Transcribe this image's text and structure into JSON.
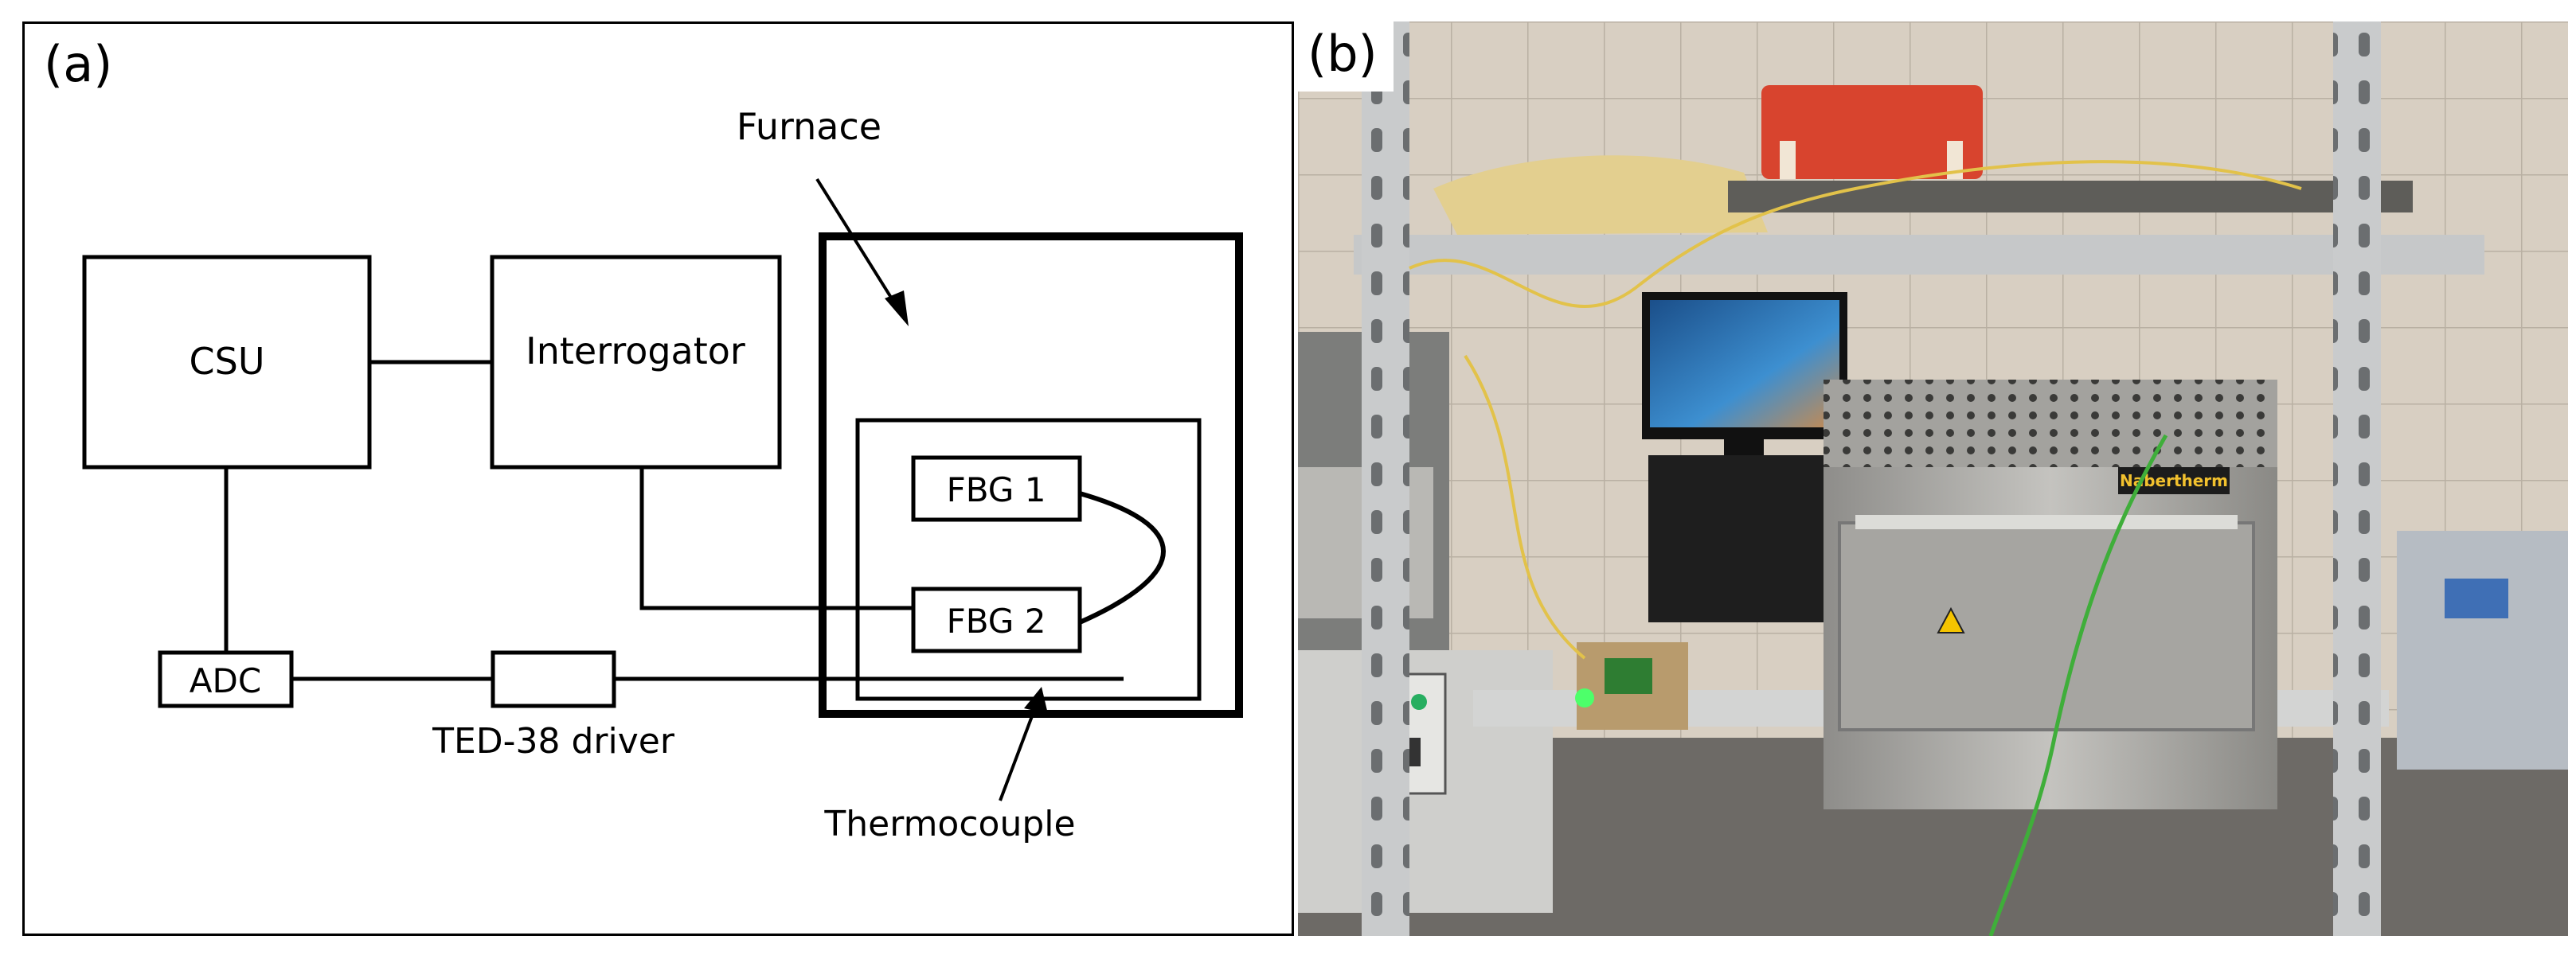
{
  "panel_a": {
    "label": "(a)",
    "blocks": {
      "csu": "CSU",
      "interrogator": "Interrogator",
      "fbg1": "FBG 1",
      "fbg2": "FBG 2",
      "adc": "ADC"
    },
    "labels": {
      "furnace": "Furnace",
      "ted_driver": "TED-38 driver",
      "thermocouple": "Thermocouple"
    }
  },
  "panel_b": {
    "label": "(b)",
    "furnace_brand": "Nabertherm"
  }
}
